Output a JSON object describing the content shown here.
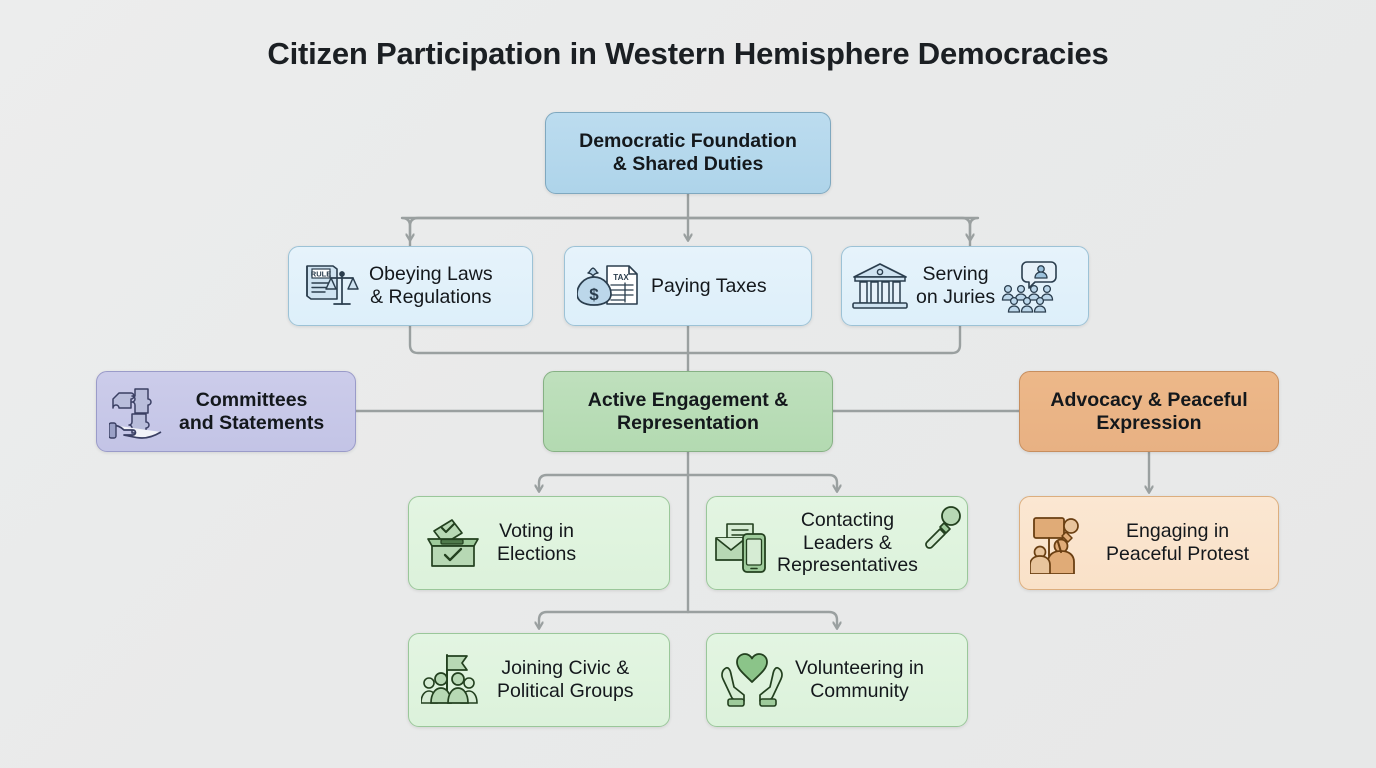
{
  "diagram": {
    "title": "Citizen Participation in Western Hemisphere Democracies",
    "type": "flowchart",
    "background_color": "#eceded",
    "connector_color": "#9aa0a0",
    "palette": {
      "root_blue": "#aed4ea",
      "duty_light_blue": "#ddeffa",
      "hub_green": "#b3dab1",
      "hub_purple": "#c3c4e6",
      "hub_orange": "#e8b183",
      "activity_green": "#dcf2db",
      "protest_peach": "#f9e1c8"
    },
    "nodes": [
      {
        "id": "root",
        "label": "Democratic Foundation\n& Shared Duties",
        "icon": "none",
        "level": "root"
      },
      {
        "id": "laws",
        "label": "Obeying Laws\n& Regulations",
        "icon": "rulebook-scales-icon",
        "icon_text": "RULE",
        "level": "duty"
      },
      {
        "id": "taxes",
        "label": "Paying Taxes",
        "icon": "money-bag-tax-form-icon",
        "icon_text": "TAX",
        "level": "duty"
      },
      {
        "id": "juries",
        "label": "Serving\non Juries",
        "icon": "courthouse-icon",
        "icon_right": "jury-people-icon",
        "level": "duty"
      },
      {
        "id": "committees",
        "label": "Committees\nand Statements",
        "icon": "hand-puzzle-icon",
        "level": "hub-purple"
      },
      {
        "id": "engagement",
        "label": "Active Engagement &\nRepresentation",
        "icon": "none",
        "level": "hub-green"
      },
      {
        "id": "advocacy",
        "label": "Advocacy & Peaceful\nExpression",
        "icon": "none",
        "level": "hub-orange"
      },
      {
        "id": "voting",
        "label": "Voting in\nElections",
        "icon": "ballot-box-icon",
        "level": "activity"
      },
      {
        "id": "contacting",
        "label": "Contacting\nLeaders &\nRepresentatives",
        "icon": "envelope-phone-icon",
        "icon_right": "microphone-icon",
        "level": "activity"
      },
      {
        "id": "protest",
        "label": "Engaging in\nPeaceful Protest",
        "icon": "protest-sign-megaphone-icon",
        "level": "protest"
      },
      {
        "id": "groups",
        "label": "Joining Civic &\nPolitical Groups",
        "icon": "people-flag-icon",
        "level": "activity"
      },
      {
        "id": "volunteering",
        "label": "Volunteering in\nCommunity",
        "icon": "hands-heart-icon",
        "level": "activity"
      }
    ],
    "edges": [
      {
        "from": "root",
        "to": "laws",
        "arrow": true
      },
      {
        "from": "root",
        "to": "taxes",
        "arrow": true
      },
      {
        "from": "root",
        "to": "juries",
        "arrow": true
      },
      {
        "from": "laws",
        "to": "engagement",
        "arrow": false
      },
      {
        "from": "taxes",
        "to": "engagement",
        "arrow": false
      },
      {
        "from": "juries",
        "to": "engagement",
        "arrow": false
      },
      {
        "from": "engagement",
        "to": "committees",
        "arrow": false
      },
      {
        "from": "engagement",
        "to": "advocacy",
        "arrow": false
      },
      {
        "from": "engagement",
        "to": "voting",
        "arrow": true
      },
      {
        "from": "engagement",
        "to": "contacting",
        "arrow": true
      },
      {
        "from": "engagement",
        "to": "groups",
        "arrow": true
      },
      {
        "from": "engagement",
        "to": "volunteering",
        "arrow": true
      },
      {
        "from": "advocacy",
        "to": "protest",
        "arrow": true
      }
    ]
  }
}
